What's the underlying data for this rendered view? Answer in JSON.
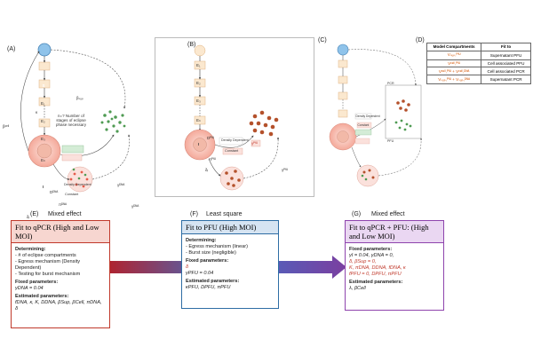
{
  "panels": {
    "A": {
      "label": "(A)",
      "s_label": "S",
      "e_labels": [
        "E₁",
        "E₂",
        "E₃",
        "Eₙ"
      ],
      "beta_sup": "βₛᵤₚ",
      "beta_cell": "βᶜᵉˡˡ",
      "kappa": "κ",
      "note": "n=? Number of stages of eclipse phase necessary",
      "i_label": "I",
      "delta_i": "δᵢ",
      "d_dna": "Dᴰᴺᴬ",
      "density_dependent": "Density Dependent",
      "constant": "Constant",
      "pi_dna": "πᴰᴺᴬ",
      "gamma_dna_1": "γᴰᴺᴬ",
      "gamma_dna_2": "γᴰᴺᴬ"
    },
    "B": {
      "label": "(B)",
      "e_labels": [
        "E₁",
        "E₂",
        "E₃",
        "Eₙ"
      ],
      "i_label": "I",
      "density_dependent": "Density Dependent",
      "constant": "Constant",
      "d_pfu": "Dᴾᶠᵁ",
      "pi_pfu": "πᴾᶠᵁ",
      "gamma_pfu": "γᴾᶠᵁ",
      "gamma_pfu2": "γᴾᶠᵁ",
      "delta_i": "δᵢ"
    },
    "C": {
      "label": "(C)",
      "pcr_label": "PCR",
      "pfu_label": "PFU",
      "density_dependent": "Density Dependent",
      "constant": "Constant"
    },
    "D": {
      "label": "(D)",
      "headers": [
        "Model Compartments",
        "Fit to"
      ],
      "rows": [
        {
          "compartment": "Vₛᵤₚ,ᴾᶠᵁ",
          "fit": "Supernatant PFU",
          "color": "#d35400"
        },
        {
          "compartment": "Vᶜᵉˡˡ,ᴾᶠᵁ",
          "fit": "Cell associated PFU",
          "color": "#d35400"
        },
        {
          "compartment": "Vᶜᵉˡˡ,ᴾᶠᵁ + Vᶜᵉˡˡ,ᴰᴺᴬ",
          "fit": "Cell associated PCR",
          "color": "#d35400"
        },
        {
          "compartment": "Vₛᵤₚ,ᴾᶠᵁ + Vₛᵤₚ,ᴰᴺᴬ",
          "fit": "Supernatant PCR",
          "color": "#d35400"
        }
      ]
    }
  },
  "cards": {
    "E": {
      "label": "(E)",
      "method": "Mixed effect",
      "title": "Fit to qPCR (High and Low MOI)",
      "determining_header": "Determining:",
      "determining": [
        "- # of eclipse compartments",
        "- Egress mechanism (Density Dependent)",
        "- Testing for burst mechanism"
      ],
      "fixed_header": "Fixed parameters:",
      "fixed": [
        "γDNA = 0.04"
      ],
      "estimated_header": "Estimated parameters:",
      "estimated": [
        "fDNA, κ, K, DDNA, βSup, βCell, πDNA,",
        "δ"
      ]
    },
    "F": {
      "label": "(F)",
      "method": "Least square",
      "title": "Fit to PFU (High MOI)",
      "determining_header": "Determining:",
      "determining": [
        "- Egress mechanism (linear)",
        "- Burst size (negligible)"
      ],
      "fixed_header": "Fixed parameters:",
      "fixed_red": "δ",
      "fixed": [
        "γPFU = 0.04"
      ],
      "estimated_header": "Estimated parameters:",
      "estimated": [
        "κPFU, DPFU, πPFU"
      ]
    },
    "G": {
      "label": "(G)",
      "method": "Mixed effect",
      "title": "Fit to qPCR + PFU: (High and Low MOI)",
      "fixed_header": "Fixed parameters:",
      "fixed": [
        "γI = 0.04, γDNA = 0,"
      ],
      "fixed_red": [
        "δ, βSup = 0,",
        "K, πDNA, DDNA, fDNA, κ",
        "fPFU = 0, DPFU, πPFU"
      ],
      "estimated_header": "Estimated parameters:",
      "estimated": [
        "λ, βCell"
      ]
    }
  },
  "colors": {
    "e_card_border": "#c0392b",
    "e_card_title_bg": "#f7d6d0",
    "f_card_border": "#2e6da4",
    "f_card_title_bg": "#d6e4f2",
    "g_card_border": "#8e44ad",
    "g_card_title_bg": "#ead7f2",
    "arrow_gradient_start": "#b3202a",
    "arrow_gradient_end": "#7b3fa0"
  }
}
